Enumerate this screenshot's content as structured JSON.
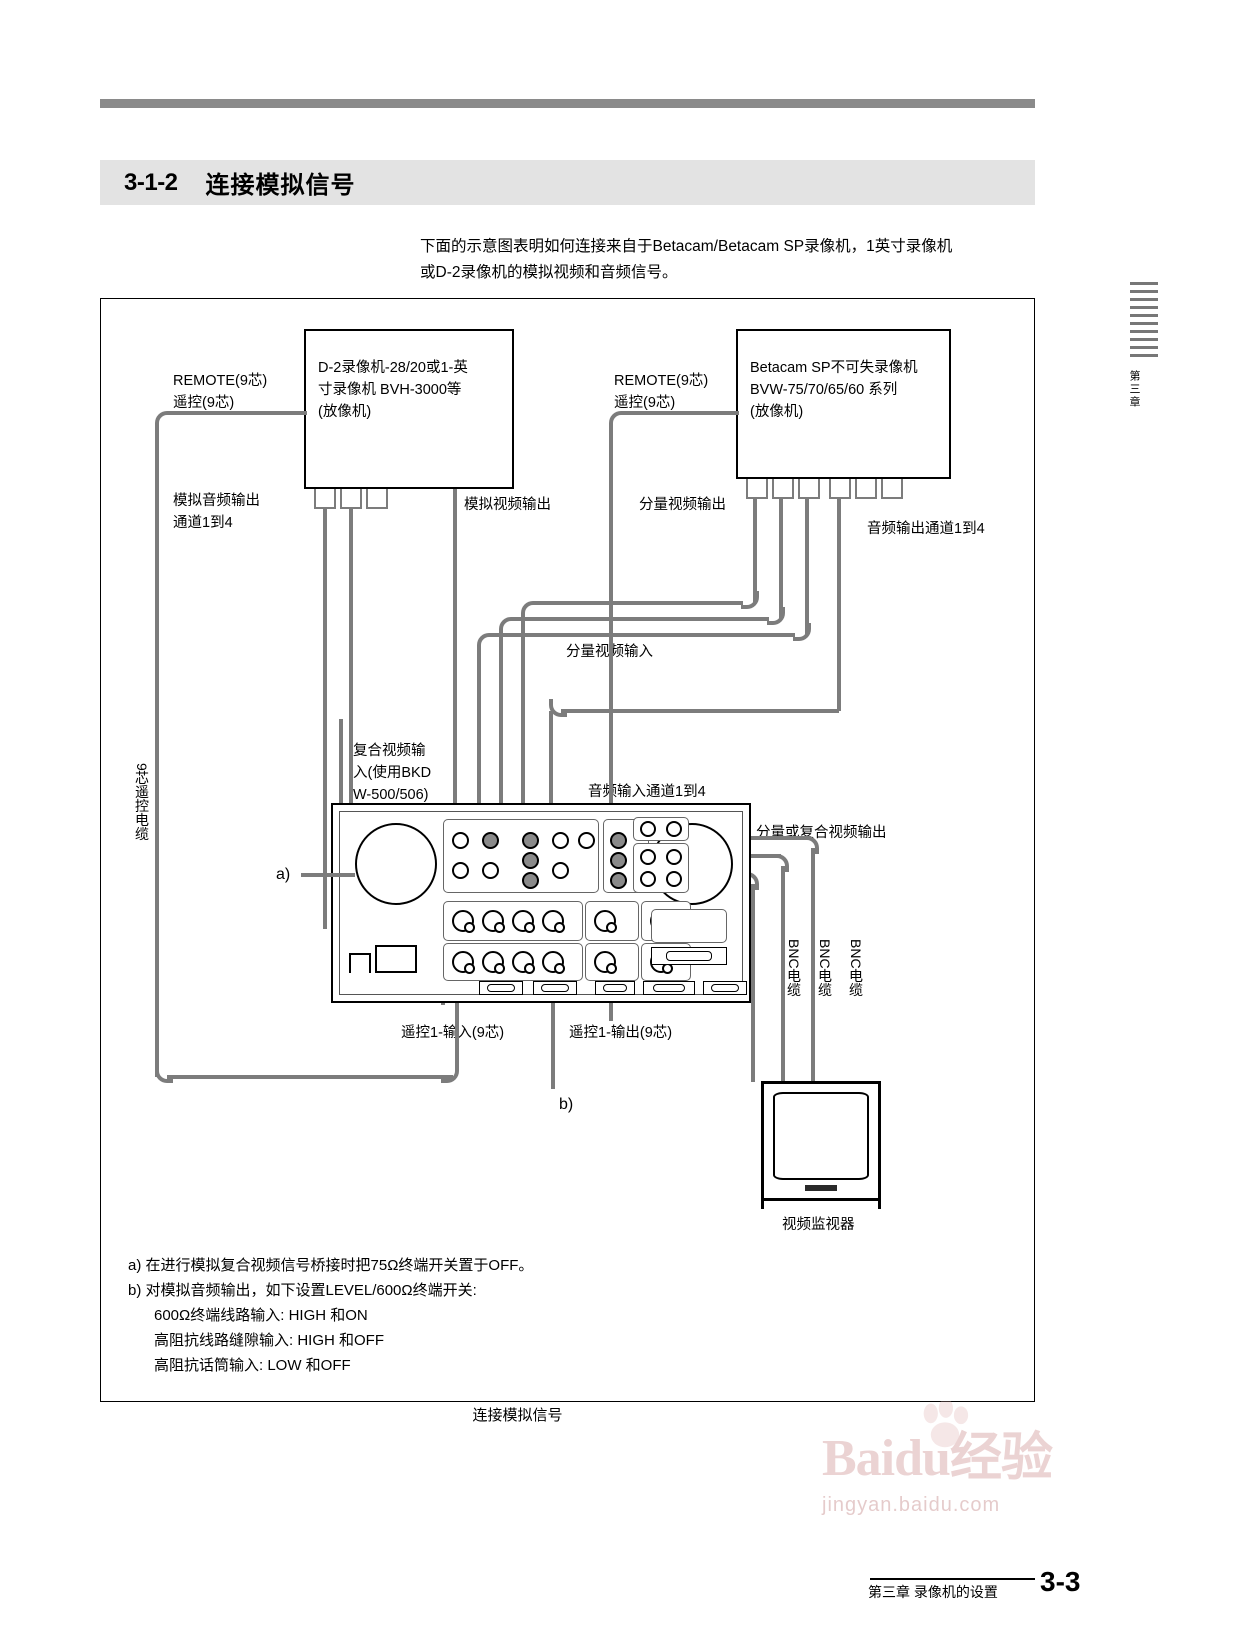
{
  "header": {
    "section_number": "3-1-2",
    "section_title": "连接模拟信号"
  },
  "intro": {
    "line1": "下面的示意图表明如何连接来自于Betacam/Betacam SP录像机，1英寸录像机",
    "line2": "或D-2录像机的模拟视频和音频信号。"
  },
  "side_tab": {
    "label": "第三章"
  },
  "figure": {
    "caption": "连接模拟信号",
    "device_left": {
      "line1": "D-2录像机-28/20或1-英",
      "line2": "寸录像机 BVH-3000等",
      "line3": "(放像机)"
    },
    "device_right": {
      "line1": "Betacam SP不可失录像机",
      "line2": "BVW-75/70/65/60 系列",
      "line3": "(放像机)"
    },
    "labels": {
      "remote_left_line1": "REMOTE(9芯)",
      "remote_left_line2": "遥控(9芯)",
      "remote_right_line1": "REMOTE(9芯)",
      "remote_right_line2": "遥控(9芯)",
      "analog_audio_out_line1": "模拟音频输出",
      "analog_audio_out_line2": "通道1到4",
      "analog_video_out": "模拟视频输出",
      "component_video_out": "分量视频输出",
      "audio_out_ch": "音频输出通道1到4",
      "component_video_in": "分量视频输入",
      "composite_video_in_line1": "复合视频输",
      "composite_video_in_line2": "入(使用BKD",
      "composite_video_in_line3": "W-500/506)",
      "audio_in_ch": "音频输入通道1到4",
      "component_or_composite_out": "分量或复合视频输出",
      "remote_cable_9pin": "9芯遥控电缆",
      "remote1_in": "遥控1-输入(9芯)",
      "remote1_out": "遥控1-输出(9芯)",
      "bnc_cable_1": "BNC电缆",
      "bnc_cable_2": "BNC电缆",
      "bnc_cable_3": "BNC电缆",
      "video_monitor": "视频监视器",
      "callout_a": "a)",
      "callout_b": "b)"
    }
  },
  "notes": {
    "a": "a) 在进行模拟复合视频信号桥接时把75Ω终端开关置于OFF。",
    "b": "b) 对模拟音频输出，如下设置LEVEL/600Ω终端开关:",
    "b1": "600Ω终端线路输入:  HIGH 和ON",
    "b2": "高阻抗线路缝隙输入:  HIGH 和OFF",
    "b3": "高阻抗话筒输入:  LOW 和OFF"
  },
  "watermark": {
    "main": "Baidu经验",
    "sub": "jingyan.baidu.com"
  },
  "footer": {
    "chapter": "第三章 录像机的设置",
    "page": "3-3"
  },
  "colors": {
    "rule": "#8a8a8a",
    "band": "#e3e3e3",
    "wire": "#7c7c7c",
    "watermark": "#d9a8a8"
  }
}
